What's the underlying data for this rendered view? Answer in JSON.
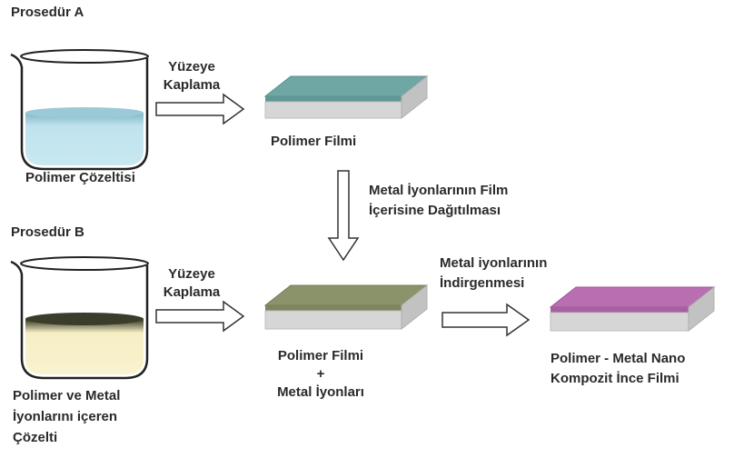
{
  "procedure_a": {
    "title": "Prosedür A",
    "coating_line1": "Yüzeye",
    "coating_line2": "Kaplama",
    "solution_label": "Polimer Çözeltisi",
    "film_label": "Polimer Filmi"
  },
  "distribution": {
    "line1": "Metal İyonlarının Film",
    "line2": "İçerisine Dağıtılması"
  },
  "procedure_b": {
    "title": "Prosedür B",
    "coating_line1": "Yüzeye",
    "coating_line2": "Kaplama",
    "solution_line1": "Polimer ve Metal",
    "solution_line2": "İyonlarını içeren",
    "solution_line3": "Çözelti",
    "film_line1": "Polimer Filmi",
    "film_plus": "+",
    "film_line2": "Metal İyonları"
  },
  "reduction": {
    "line1": "Metal iyonlarının",
    "line2": "İndirgenmesi"
  },
  "product": {
    "line1": "Polimer - Metal Nano",
    "line2": "Kompozit İnce Filmi"
  },
  "colors": {
    "liquid_a": "#bfe3ee",
    "liquid_b": "#f7f0c6",
    "film_a_top": "#6fa7a5",
    "film_b_top": "#8b936a",
    "film_c_top": "#b86eb0",
    "substrate": "#d6d6d6"
  }
}
